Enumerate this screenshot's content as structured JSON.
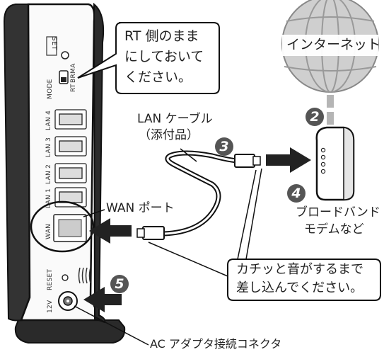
{
  "callouts": {
    "mode_note": [
      "RT 側のまま",
      "にしておいて",
      "ください。"
    ],
    "insert_note": [
      "カチッと音がするまで",
      "差し込んでください。"
    ]
  },
  "labels": {
    "internet": "インターネット",
    "lan_cable": [
      "LAN ケーブル",
      "（添付品）"
    ],
    "wan_port": "WAN ポート",
    "broadband": [
      "ブロードバンド",
      "モデムなど"
    ],
    "ac_adapter": "AC アダプタ接続コネクタ"
  },
  "router_panel": {
    "set": "SET",
    "mode": "MODE",
    "mode_options": [
      "RT",
      "BR",
      "MA"
    ],
    "lan_ports": [
      "LAN 4",
      "LAN 3",
      "LAN 2",
      "LAN 1"
    ],
    "wan": "WAN",
    "reset": "RESET",
    "power": "12V"
  },
  "steps": [
    "2",
    "3",
    "4",
    "5"
  ],
  "colors": {
    "arrow": "#222222",
    "globe": "#c8c8c8",
    "step_badge": "#555555",
    "dashed_link": "#b5b5b5"
  }
}
